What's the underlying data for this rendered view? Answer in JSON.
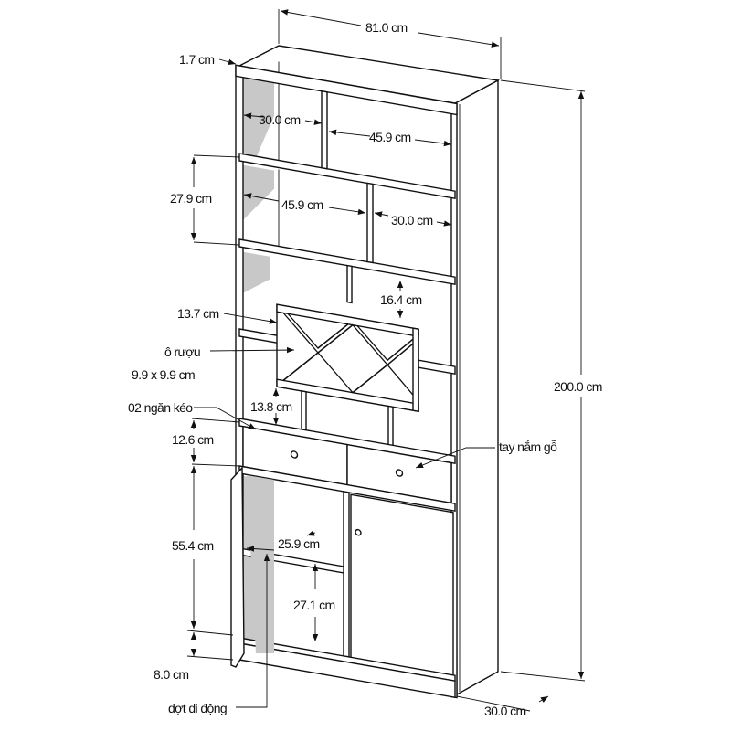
{
  "diagram": {
    "title": "Wine cabinet dimension drawing",
    "dimensions": {
      "total_width": "81.0 cm",
      "board_thickness": "1.7 cm",
      "top_left_cell_width": "30.0 cm",
      "top_right_cell_width": "45.9 cm",
      "shelf_height": "27.9 cm",
      "second_left_cell_width": "45.9 cm",
      "second_right_cell_width": "30.0 cm",
      "wine_box_height": "16.4 cm",
      "shelf_gap": "13.7 cm",
      "lower_gap": "13.8 cm",
      "drawer_height": "12.6 cm",
      "total_height": "200.0 cm",
      "door_section_height": "55.4 cm",
      "inner_shelf_width": "25.9 cm",
      "inner_shelf_height": "27.1 cm",
      "plinth_height": "8.0 cm",
      "depth": "30.0 cm"
    },
    "callouts": {
      "wine_cell": "ô rượu",
      "wine_cell_size": "9.9 x 9.9 cm",
      "drawers": "02 ngăn kéo",
      "handle": "tay nắm gỗ",
      "movable_shelf": "dợt di động"
    },
    "colors": {
      "line": "#111111",
      "shadow": "#c8c8c8"
    }
  }
}
